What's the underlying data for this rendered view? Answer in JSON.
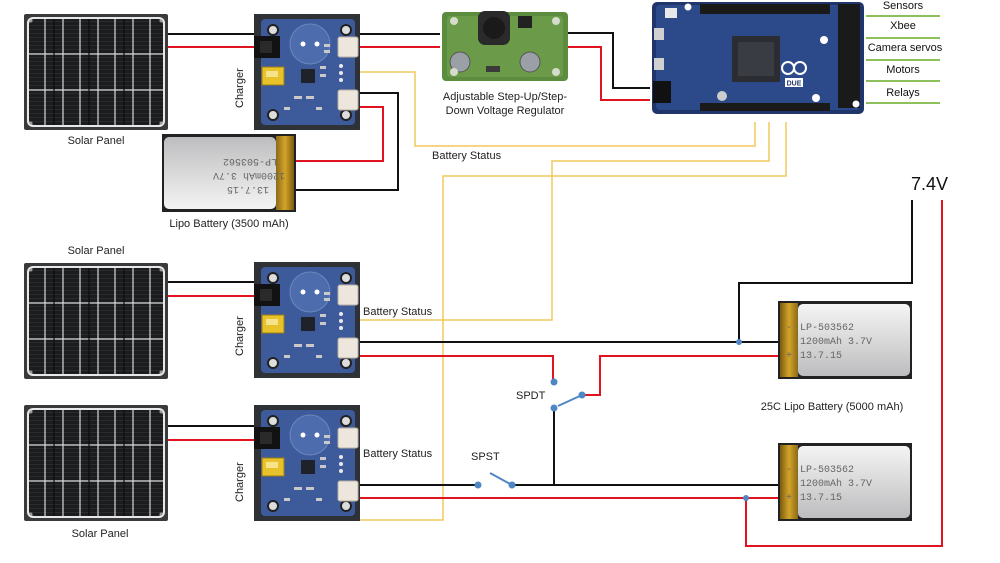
{
  "diagram": {
    "title": "Solar charging system wiring diagram",
    "wire_colors": {
      "ground": "#111111",
      "power": "#e0141e",
      "signal": "#f2c85b",
      "switch": "#4f86c6",
      "io_divider": "#8dc05a"
    },
    "components": {
      "solar_panel_1": {
        "label": "Solar Panel"
      },
      "solar_panel_2": {
        "label": "Solar Panel"
      },
      "solar_panel_3": {
        "label": "Solar Panel"
      },
      "charger_1": {
        "label": "Charger"
      },
      "charger_2": {
        "label": "Charger"
      },
      "charger_3": {
        "label": "Charger"
      },
      "regulator": {
        "label_line1": "Adjustable Step-Up/Step-",
        "label_line2": "Down Voltage Regulator"
      },
      "arduino": {
        "board_name": "DUE"
      },
      "lipo_small": {
        "label": "Lipo Battery (3500 mAh)",
        "print_line1": "LP-503562",
        "print_line2": "1200mAh 3.7V",
        "print_line3": "13.7.15",
        "minus": "-",
        "plus": "+"
      },
      "lipo_pack": {
        "label": "25C Lipo Battery (5000 mAh)",
        "cell_print_line1": "LP-503562",
        "cell_print_line2": "1200mAh 3.7V",
        "cell_print_line3": "13.7.15",
        "minus": "-",
        "plus": "+"
      },
      "spdt": {
        "label": "SPDT"
      },
      "spst": {
        "label": "SPST"
      }
    },
    "signals": {
      "battery_status_1": "Battery Status",
      "battery_status_2": "Battery Status",
      "battery_status_3": "Battery Status"
    },
    "output_voltage": "7.4V",
    "arduino_outputs": [
      "Sensors",
      "Xbee",
      "Camera servos",
      "Motors",
      "Relays"
    ]
  }
}
